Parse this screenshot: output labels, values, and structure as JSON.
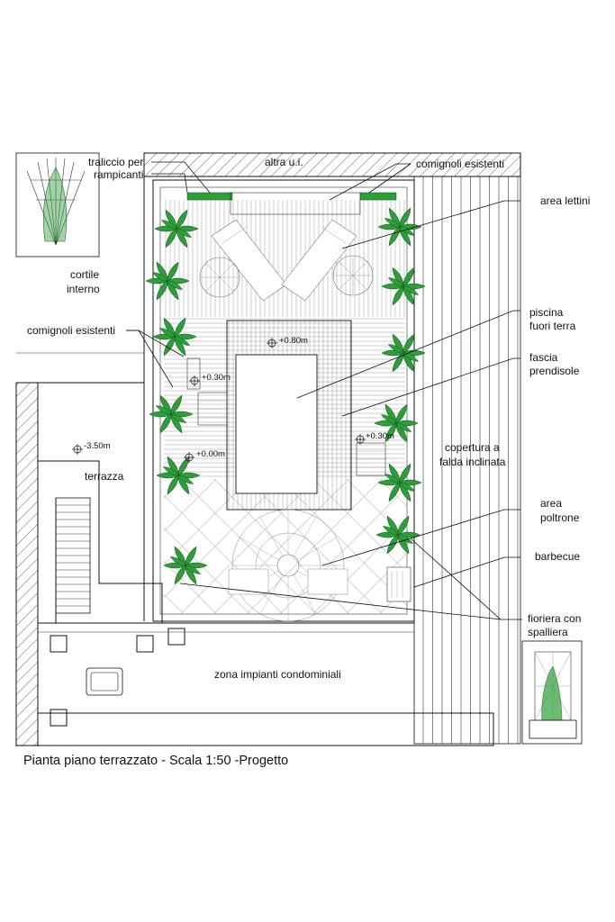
{
  "caption": "Pianta piano terrazzato - Scala 1:50 -Progetto",
  "labels": {
    "traliccio_line1": "traliccio per",
    "traliccio_line2": "rampicanti",
    "altra_ui": "altra u.i.",
    "comignoli_top": "comignoli esistenti",
    "area_lettini": "area lettini",
    "cortile_line1": "cortile",
    "cortile_line2": "interno",
    "comignoli_left": "comignoli esistenti",
    "piscina_line1": "piscina",
    "piscina_line2": "fuori terra",
    "fascia_line1": "fascia",
    "fascia_line2": "prendisole",
    "copertura_line1": "copertura a",
    "copertura_line2": "falda inclinata",
    "terrazza": "terrazza",
    "area_poltrone_line1": "area",
    "area_poltrone_line2": "poltrone",
    "barbecue": "barbecue",
    "fioriera_line1": "fioriera con",
    "fioriera_line2": "spalliera",
    "zona_impianti": "zona impianti condominiali"
  },
  "levels": {
    "pool_top": "+0.80m",
    "left_step": "+0.30m",
    "right_step": "+0.30m",
    "terrace_floor": "+0.00m",
    "lower_terrace": "-3.50m"
  },
  "colors": {
    "plant_green": "#2e9e3a",
    "line": "#111111"
  },
  "icons": [
    "trellis-detail",
    "planter-trellis-detail",
    "palm-plant",
    "umbrella",
    "sun-lounger",
    "spiral-staircase",
    "barbecue-grill"
  ]
}
